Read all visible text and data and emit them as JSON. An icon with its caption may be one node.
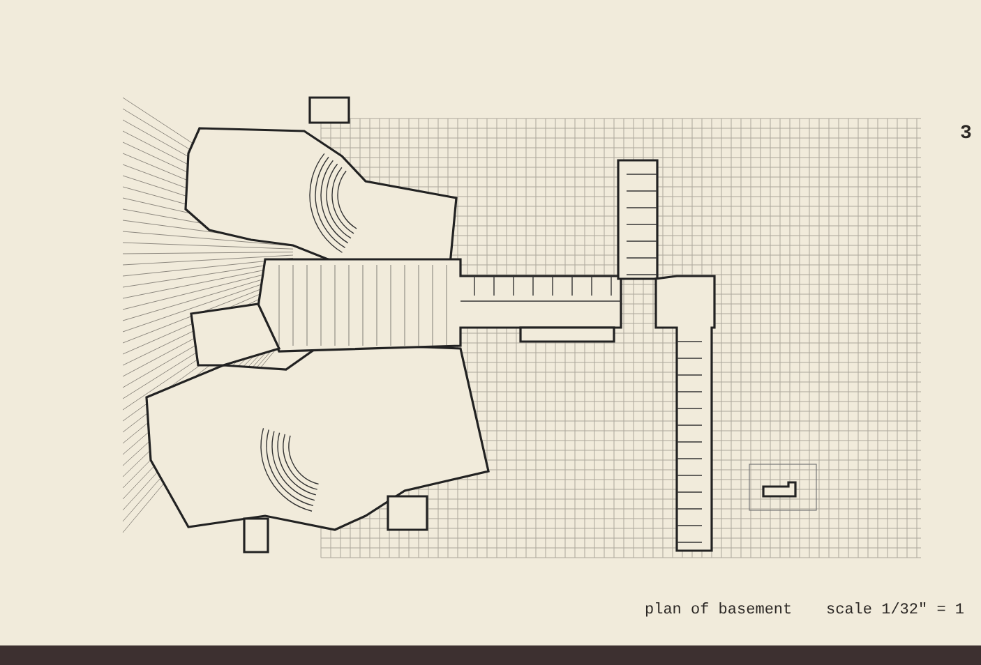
{
  "diagram": {
    "labels": [
      "3",
      "plan of basement",
      "scale 1/32\" = 1"
    ]
  }
}
